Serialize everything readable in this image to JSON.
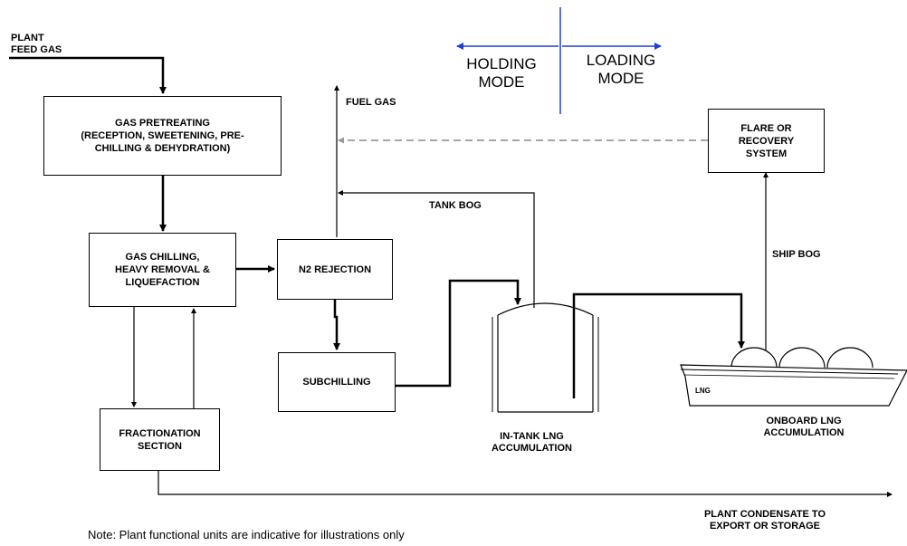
{
  "labels": {
    "plant_feed_gas": "PLANT\nFEED GAS",
    "fuel_gas": "FUEL GAS",
    "tank_bog": "TANK BOG",
    "ship_bog": "SHIP BOG",
    "in_tank": "IN-TANK LNG\nACCUMULATION",
    "onboard": "ONBOARD LNG\nACCUMULATION",
    "condensate": "PLANT CONDENSATE TO\nEXPORT OR STORAGE",
    "lng": "LNG"
  },
  "modes": {
    "holding": "HOLDING\nMODE",
    "loading": "LOADING\nMODE"
  },
  "boxes": {
    "pretreating": "GAS PRETREATING\n(RECEPTION, SWEETENING, PRE-\nCHILLING & DEHYDRATION)",
    "chilling": "GAS CHILLING,\nHEAVY REMOVAL &\nLIQUEFACTION",
    "n2": "N2 REJECTION",
    "subchilling": "SUBCHILLING",
    "fractionation": "FRACTIONATION\nSECTION",
    "flare": "FLARE OR\nRECOVERY\nSYSTEM"
  },
  "note": "Note: Plant functional units are indicative for illustrations only"
}
